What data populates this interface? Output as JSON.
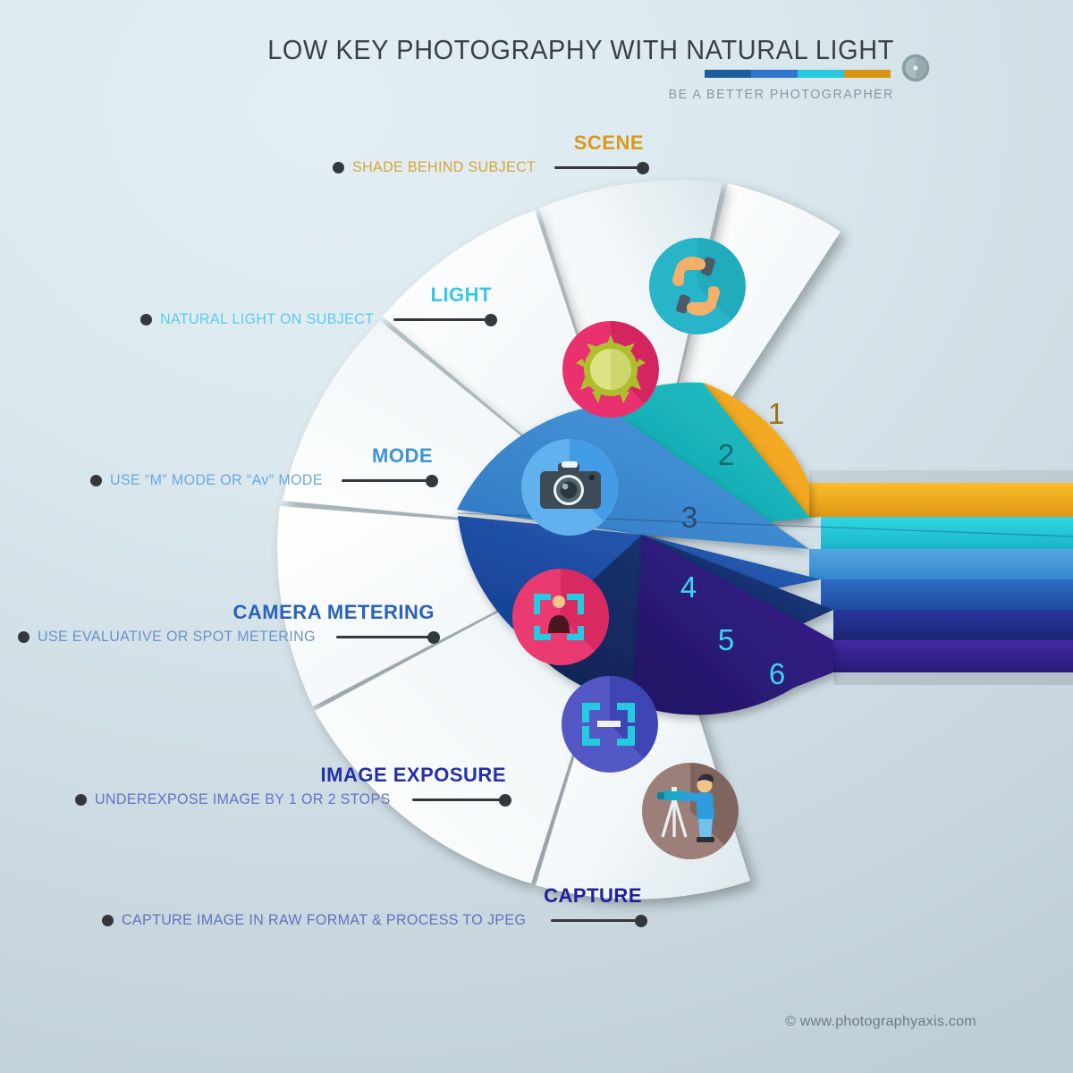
{
  "header": {
    "title": "LOW KEY PHOTOGRAPHY WITH NATURAL LIGHT",
    "subtitle": "BE A BETTER PHOTOGRAPHER",
    "accent_bar": [
      "#1f5c9e",
      "#2f74cf",
      "#2ac7e0",
      "#d99413"
    ],
    "logo_icon": "shutter-icon"
  },
  "steps": [
    {
      "number": "1",
      "title": "SCENE",
      "title_color": "#d89a1a",
      "subtitle": "SHADE BEHIND SUBJECT",
      "subtitle_color": "#d9a437",
      "icon": "framing-hands-icon",
      "icon_bg": "#28b5c9",
      "wedge_color": "#f0a21c",
      "ribbon_color": "#f0ad1e"
    },
    {
      "number": "2",
      "title": "LIGHT",
      "title_color": "#36c7ea",
      "subtitle": "NATURAL LIGHT ON SUBJECT",
      "subtitle_color": "#5ccbe8",
      "icon": "sun-icon",
      "icon_bg": "#e8316e",
      "wedge_color": "#17b2b9",
      "ribbon_color": "#27cbdb"
    },
    {
      "number": "3",
      "title": "MODE",
      "title_color": "#3e93d6",
      "subtitle": "USE “M” MODE OR “Av” MODE",
      "subtitle_color": "#6aa8dd",
      "icon": "camera-icon",
      "icon_bg": "#62b1ef",
      "wedge_color": "#3a87cf",
      "ribbon_color": "#4296d9"
    },
    {
      "number": "4",
      "title": "CAMERA METERING",
      "title_color": "#2a62b8",
      "subtitle": "USE EVALUATIVE OR SPOT METERING",
      "subtitle_color": "#6d92c9",
      "icon": "person-metering-icon",
      "icon_bg": "#ea3a72",
      "wedge_color": "#1f54a8",
      "ribbon_color": "#2a61bd"
    },
    {
      "number": "5",
      "title": "IMAGE EXPOSURE",
      "title_color": "#2430ad",
      "subtitle": "UNDEREXPOSE IMAGE BY 1 OR 2 STOPS",
      "subtitle_color": "#6274c6",
      "icon": "exposure-minus-icon",
      "icon_bg": "#5358c4",
      "wedge_color": "#17306f",
      "ribbon_color": "#2334a3"
    },
    {
      "number": "6",
      "title": "CAPTURE",
      "title_color": "#20209a",
      "subtitle": "CAPTURE IMAGE IN RAW FORMAT & PROCESS TO JPEG",
      "subtitle_color": "#6470c0",
      "icon": "tripod-photographer-icon",
      "icon_bg": "#9b7f78",
      "wedge_color": "#2b1f7a",
      "ribbon_color": "#3a1f9c"
    }
  ],
  "footer": {
    "copyright": "© www.photographyaxis.com"
  }
}
